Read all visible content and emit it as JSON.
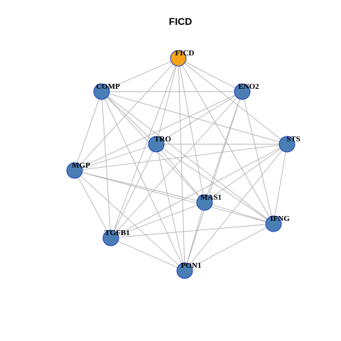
{
  "title": "FICD",
  "colors": {
    "center_node": "#f5a418",
    "node": "#4a7fb5",
    "node_border": "#1f3fbf",
    "edge": "#b3b3b3",
    "background": "#ffffff"
  },
  "nodes": [
    {
      "id": "FICD",
      "label": "FICD",
      "role": "center"
    },
    {
      "id": "COMP",
      "label": "COMP"
    },
    {
      "id": "ENO2",
      "label": "ENO2"
    },
    {
      "id": "TRO",
      "label": "TRO"
    },
    {
      "id": "STS",
      "label": "STS"
    },
    {
      "id": "MGP",
      "label": "MGP"
    },
    {
      "id": "MAS1",
      "label": "MAS1"
    },
    {
      "id": "IFNG",
      "label": "IFNG"
    },
    {
      "id": "TGFB1",
      "label": "TGFB1"
    },
    {
      "id": "PON1",
      "label": "PON1"
    }
  ],
  "edges": [
    [
      "FICD",
      "COMP"
    ],
    [
      "FICD",
      "ENO2"
    ],
    [
      "FICD",
      "TRO"
    ],
    [
      "FICD",
      "STS"
    ],
    [
      "FICD",
      "MGP"
    ],
    [
      "FICD",
      "MAS1"
    ],
    [
      "FICD",
      "IFNG"
    ],
    [
      "FICD",
      "TGFB1"
    ],
    [
      "FICD",
      "PON1"
    ],
    [
      "COMP",
      "ENO2"
    ],
    [
      "COMP",
      "TRO"
    ],
    [
      "COMP",
      "STS"
    ],
    [
      "COMP",
      "MGP"
    ],
    [
      "COMP",
      "MAS1"
    ],
    [
      "COMP",
      "IFNG"
    ],
    [
      "COMP",
      "TGFB1"
    ],
    [
      "COMP",
      "PON1"
    ],
    [
      "ENO2",
      "TRO"
    ],
    [
      "ENO2",
      "MGP"
    ],
    [
      "ENO2",
      "MAS1"
    ],
    [
      "ENO2",
      "IFNG"
    ],
    [
      "ENO2",
      "TGFB1"
    ],
    [
      "ENO2",
      "PON1"
    ],
    [
      "TRO",
      "STS"
    ],
    [
      "TRO",
      "MAS1"
    ],
    [
      "TRO",
      "IFNG"
    ],
    [
      "TRO",
      "TGFB1"
    ],
    [
      "TRO",
      "PON1"
    ],
    [
      "TRO",
      "MGP"
    ],
    [
      "STS",
      "MGP"
    ],
    [
      "STS",
      "MAS1"
    ],
    [
      "STS",
      "IFNG"
    ],
    [
      "STS",
      "TGFB1"
    ],
    [
      "STS",
      "PON1"
    ],
    [
      "MGP",
      "MAS1"
    ],
    [
      "MGP",
      "IFNG"
    ],
    [
      "MGP",
      "TGFB1"
    ],
    [
      "MGP",
      "PON1"
    ],
    [
      "MAS1",
      "IFNG"
    ],
    [
      "MAS1",
      "TGFB1"
    ],
    [
      "MAS1",
      "PON1"
    ],
    [
      "IFNG",
      "TGFB1"
    ],
    [
      "IFNG",
      "PON1"
    ],
    [
      "TGFB1",
      "PON1"
    ]
  ]
}
